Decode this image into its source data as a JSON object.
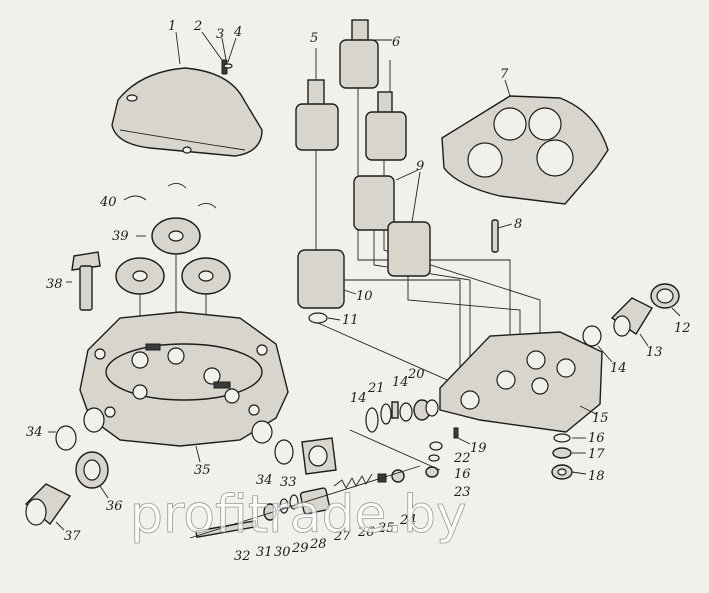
{
  "watermark": "profitrade.by",
  "callouts": [
    {
      "n": "1"
    },
    {
      "n": "2"
    },
    {
      "n": "3"
    },
    {
      "n": "4"
    },
    {
      "n": "5"
    },
    {
      "n": "6"
    },
    {
      "n": "7"
    },
    {
      "n": "8"
    },
    {
      "n": "9"
    },
    {
      "n": "10"
    },
    {
      "n": "11"
    },
    {
      "n": "12"
    },
    {
      "n": "13"
    },
    {
      "n": "14"
    },
    {
      "n": "14"
    },
    {
      "n": "14"
    },
    {
      "n": "15"
    },
    {
      "n": "16"
    },
    {
      "n": "16"
    },
    {
      "n": "17"
    },
    {
      "n": "18"
    },
    {
      "n": "19"
    },
    {
      "n": "20"
    },
    {
      "n": "21"
    },
    {
      "n": "22"
    },
    {
      "n": "23"
    },
    {
      "n": "24"
    },
    {
      "n": "25"
    },
    {
      "n": "26"
    },
    {
      "n": "27"
    },
    {
      "n": "28"
    },
    {
      "n": "29"
    },
    {
      "n": "30"
    },
    {
      "n": "31"
    },
    {
      "n": "32"
    },
    {
      "n": "33"
    },
    {
      "n": "34"
    },
    {
      "n": "34"
    },
    {
      "n": "35"
    },
    {
      "n": "36"
    },
    {
      "n": "37"
    },
    {
      "n": "38"
    },
    {
      "n": "39"
    },
    {
      "n": "40"
    }
  ]
}
